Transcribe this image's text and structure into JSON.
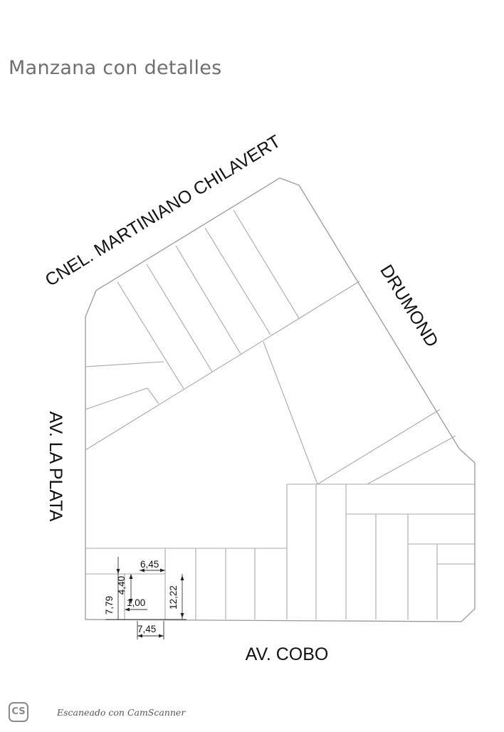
{
  "title": "Manzana con detalles",
  "streets": {
    "north": "CNEL. MARTINIANO CHILAVERT",
    "east": "DRUMOND",
    "west": "AV. LA PLATA",
    "south": "AV. COBO"
  },
  "dimensions": {
    "top_width": "6,45",
    "mid_depth": "4,40",
    "gap": "1,00",
    "left_depth": "7,79",
    "full_depth": "12,22",
    "bottom_width": "7,45"
  },
  "scanner": {
    "logo": "CS",
    "caption": "Escaneado con CamScanner"
  }
}
